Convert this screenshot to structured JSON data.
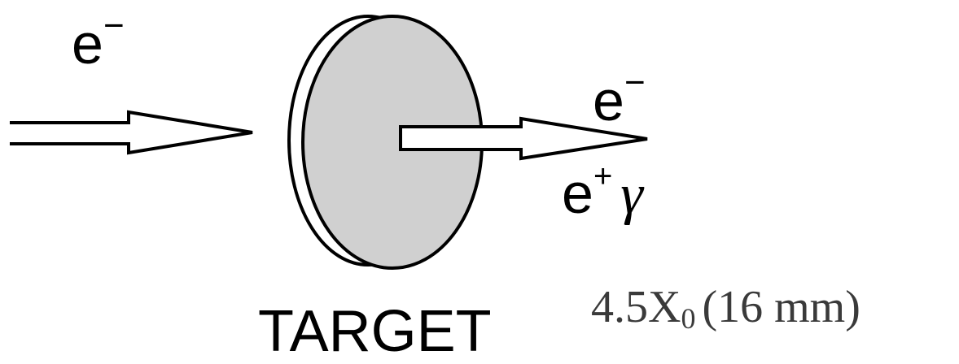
{
  "diagram": {
    "incoming_particle": {
      "base": "e",
      "charge": "−"
    },
    "outgoing_electron": {
      "base": "e",
      "charge": "−"
    },
    "outgoing_positron": {
      "base": "e",
      "charge": "+"
    },
    "outgoing_photon": "γ",
    "target_label": "TARGET",
    "thickness": {
      "radiation_length_value": "4.5",
      "symbol": "X",
      "subscript": "0",
      "mm": "(16 mm)"
    },
    "colors": {
      "target_face": "#d0d0d0",
      "stroke": "#000000",
      "thickness_text": "#3a3a3a"
    }
  }
}
